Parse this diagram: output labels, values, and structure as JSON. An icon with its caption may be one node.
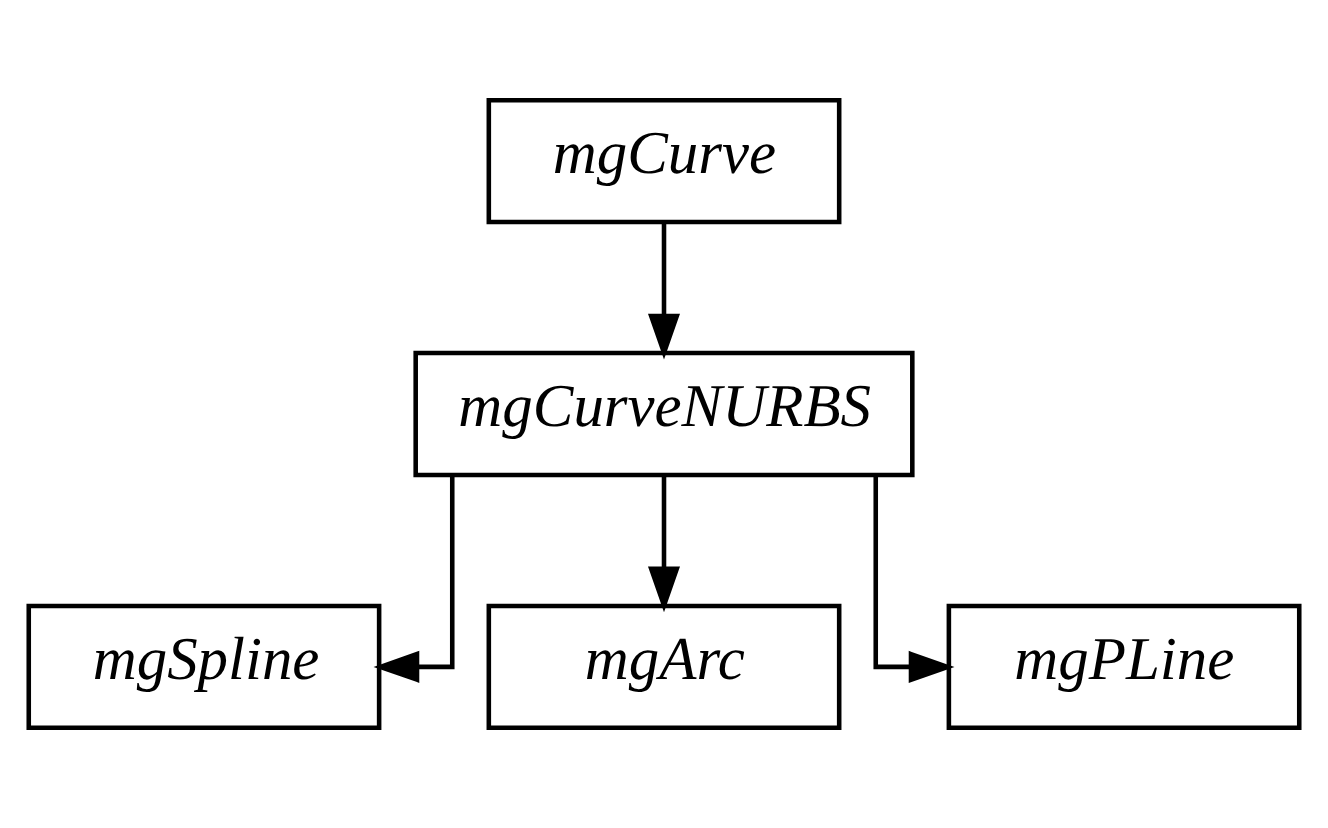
{
  "diagram": {
    "nodes": [
      {
        "text": [
          "mgCurve"
        ]
      },
      {
        "text": [
          "mgCurveNURBS"
        ]
      },
      {
        "text": [
          "mgSpline"
        ]
      },
      {
        "text": [
          "mgArc"
        ]
      },
      {
        "text": [
          "mgPLine"
        ]
      }
    ],
    "edges": [
      {
        "from": 0,
        "to": 1,
        "arrow": "to"
      },
      {
        "from": 1,
        "to": 2,
        "arrow": "to"
      },
      {
        "from": 1,
        "to": 3,
        "arrow": "to"
      },
      {
        "from": 1,
        "to": 4,
        "arrow": "to"
      }
    ]
  }
}
